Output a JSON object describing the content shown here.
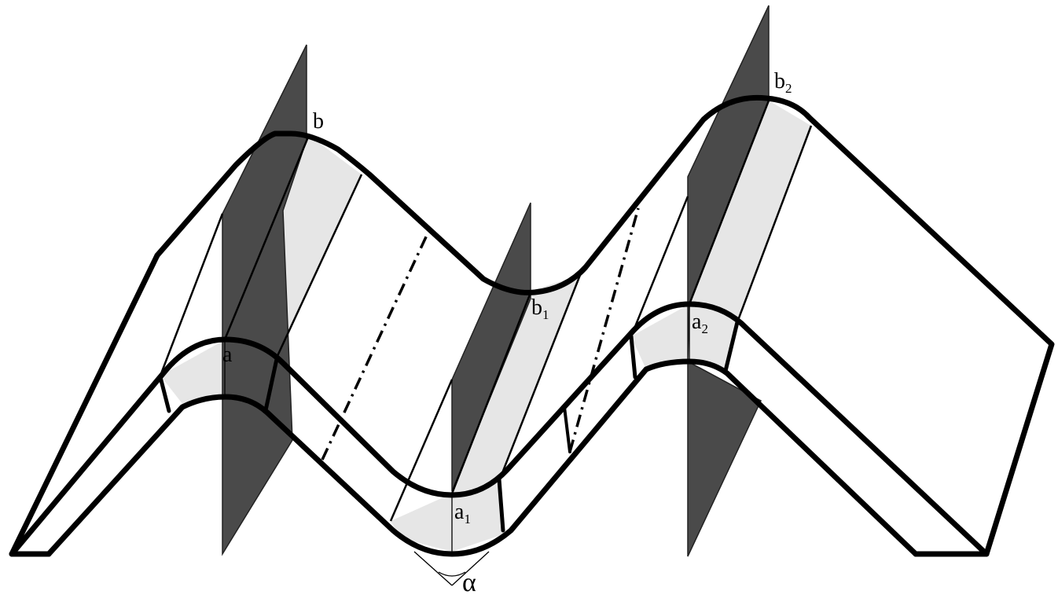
{
  "labels": {
    "a": "a",
    "b": "b",
    "a1_main": "a",
    "a1_sub": "1",
    "b1_main": "b",
    "b1_sub": "1",
    "a2_main": "a",
    "a2_sub": "2",
    "b2_main": "b",
    "b2_sub": "2",
    "alpha": "α"
  },
  "colors": {
    "plane": "#4a4a4a",
    "band": "#e6e6e6",
    "stroke": "#000000",
    "background": "#ffffff"
  }
}
